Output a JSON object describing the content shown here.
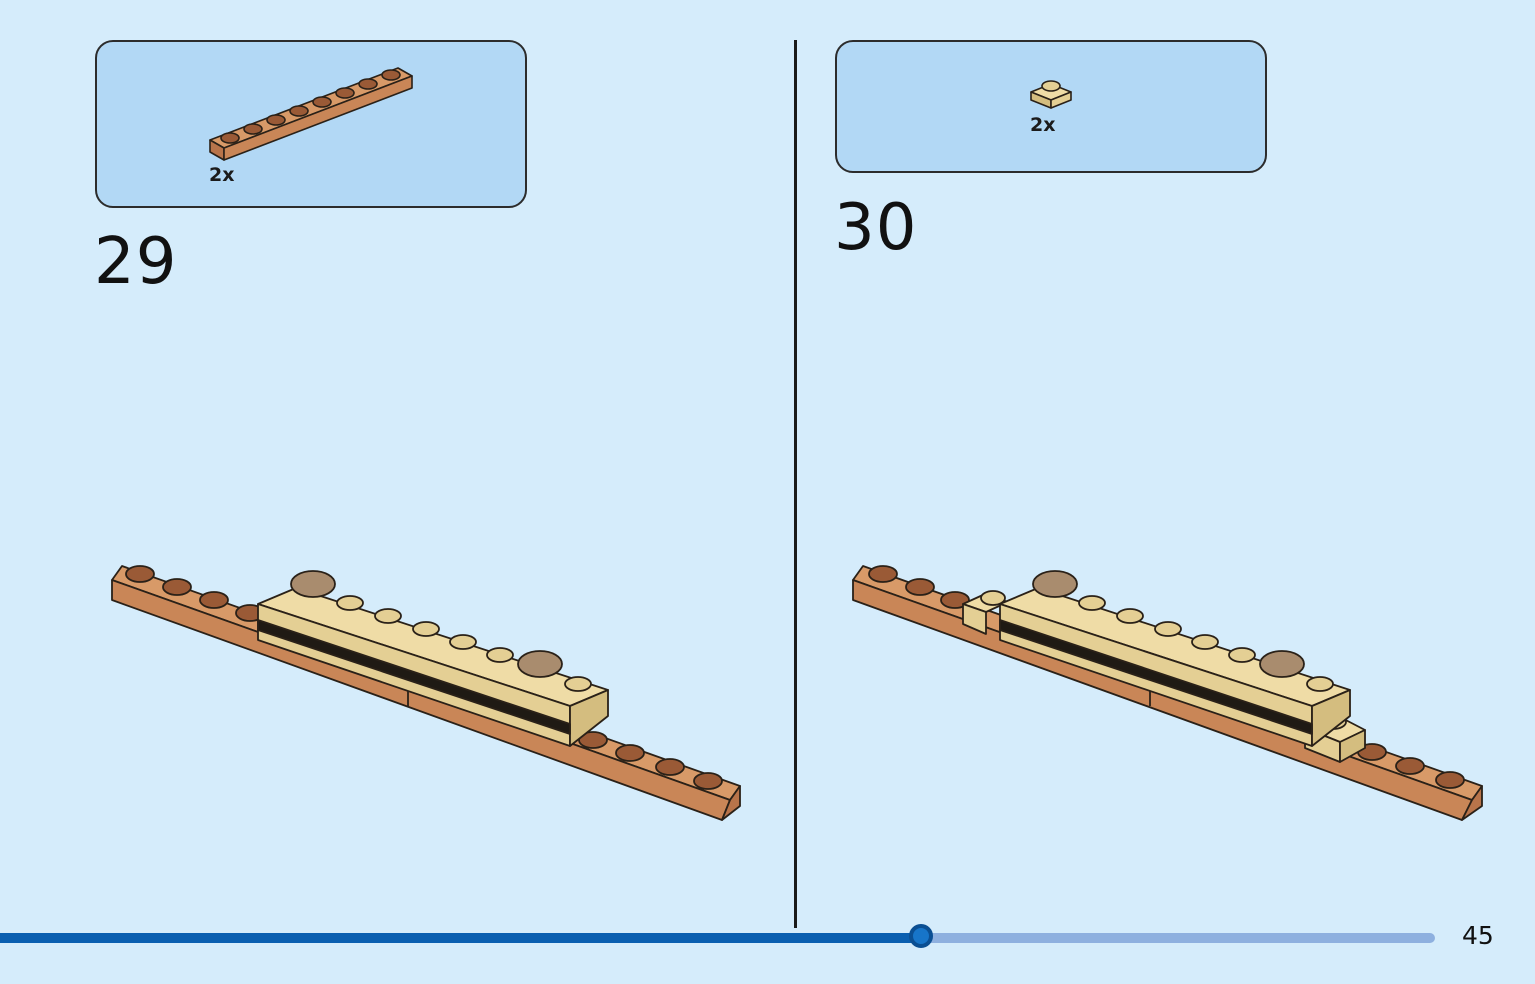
{
  "steps": [
    {
      "number": "29",
      "part_callout": {
        "quantity": "2x",
        "part_icon": "brown-1x8-plate-icon"
      },
      "model_icon": "assembly-step-29-icon"
    },
    {
      "number": "30",
      "part_callout": {
        "quantity": "2x",
        "part_icon": "tan-1x1-plate-icon"
      },
      "model_icon": "assembly-step-30-icon"
    }
  ],
  "page": {
    "number": "45"
  },
  "progress": {
    "fraction": 0.6
  },
  "colors": {
    "background": "#d5ecfb",
    "callout_fill": "#b2d8f5",
    "brown_plate": "#c98657",
    "tan_plate": "#e4cf94",
    "stud_dark": "#a98c6e",
    "progress_fill": "#0a5fb0",
    "progress_track": "#8eb0df"
  }
}
